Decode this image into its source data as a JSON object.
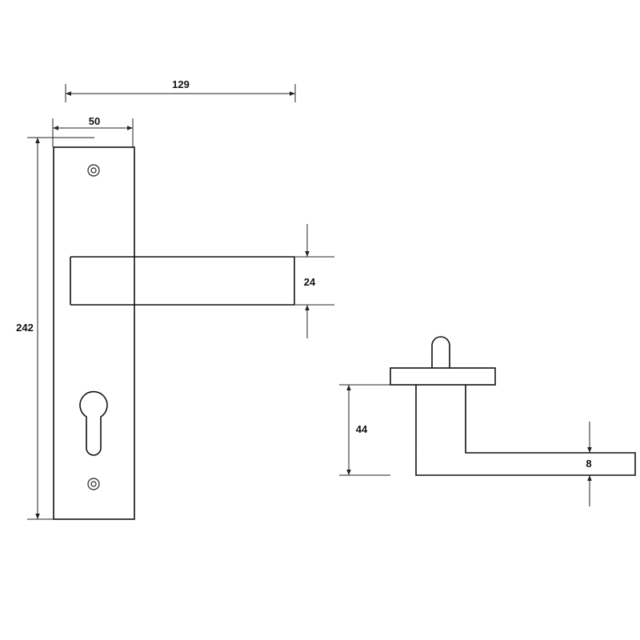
{
  "dimensions": {
    "overall_length": "129",
    "plate_width": "50",
    "plate_height": "242",
    "lever_thickness": "24",
    "projection": "44",
    "grip_thickness": "8"
  }
}
